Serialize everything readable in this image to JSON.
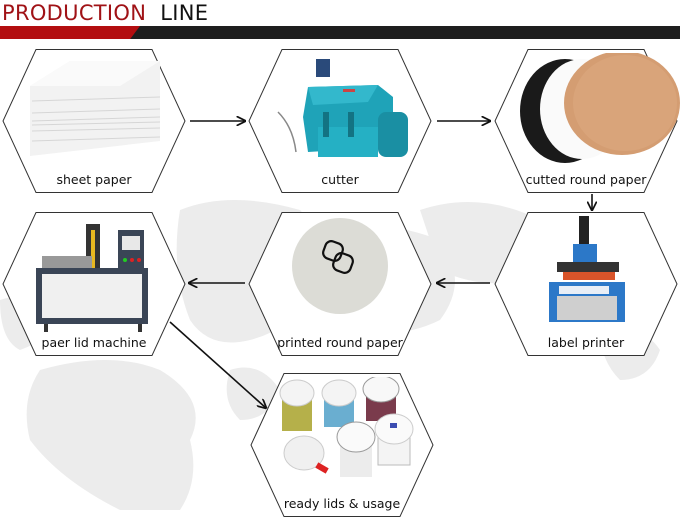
{
  "header": {
    "title_part1": "PRODUCTION",
    "title_part2": "LINE",
    "accent_color": "#b30e10",
    "bar_color": "#1e1e1e"
  },
  "steps": [
    {
      "label": "sheet paper",
      "icon": "paper-stack-icon"
    },
    {
      "label": "cutter",
      "icon": "die-cutting-machine-icon"
    },
    {
      "label": "cutted round paper",
      "icon": "round-paper-discs-icon"
    },
    {
      "label": "paer lid machine",
      "icon": "lid-forming-machine-icon"
    },
    {
      "label": "printed round paper",
      "icon": "printed-disc-icon"
    },
    {
      "label": "label printer",
      "icon": "hot-stamping-printer-icon"
    },
    {
      "label": "ready lids & usage",
      "icon": "finished-lids-icon"
    }
  ],
  "flow": [
    {
      "from": "sheet paper",
      "to": "cutter"
    },
    {
      "from": "cutter",
      "to": "cutted round paper"
    },
    {
      "from": "cutted round paper",
      "to": "label printer"
    },
    {
      "from": "label printer",
      "to": "printed round paper"
    },
    {
      "from": "printed round paper",
      "to": "paer lid machine"
    },
    {
      "from": "paer lid machine",
      "to": "ready lids & usage"
    }
  ]
}
